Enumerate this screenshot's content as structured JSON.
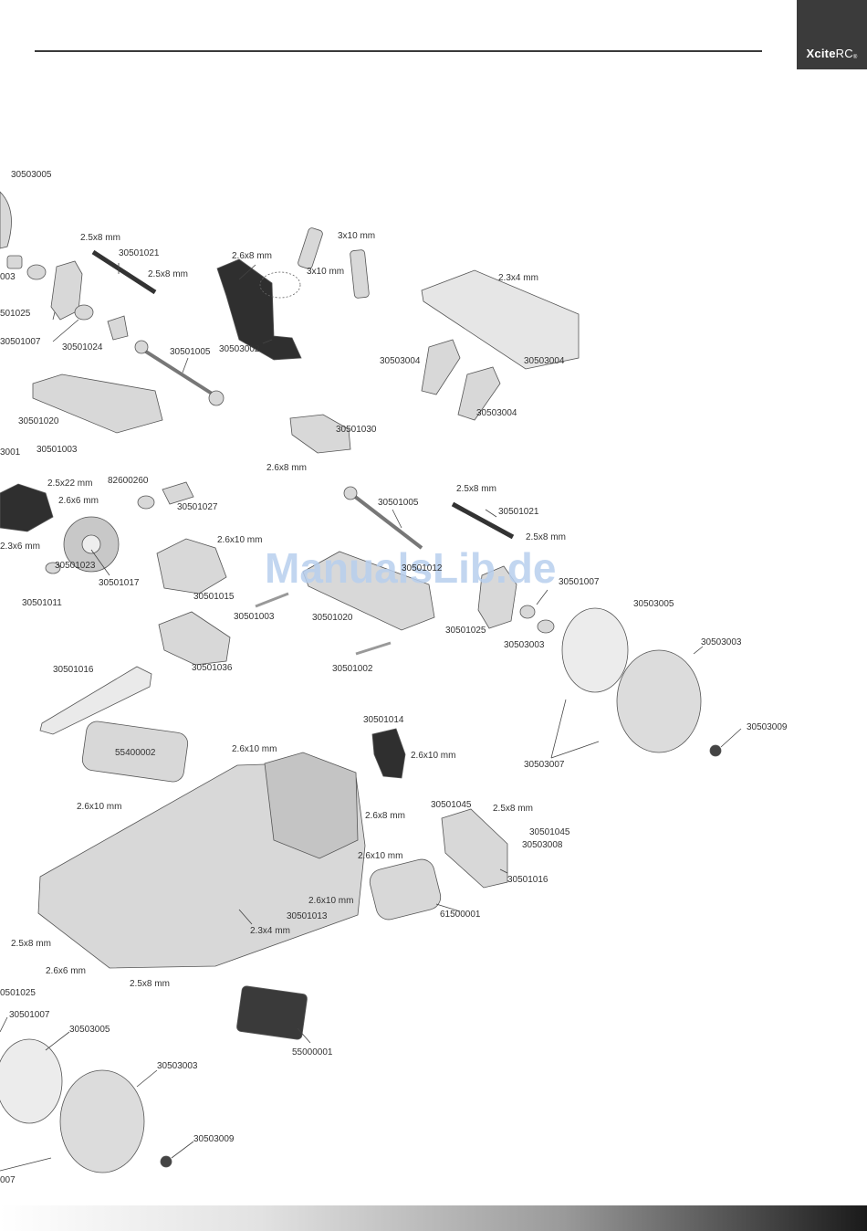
{
  "brand": {
    "bold": "Xcite",
    "light": "RC",
    "mark": "®"
  },
  "watermark": "ManualsLib.de",
  "colors": {
    "brand_bg": "#3b3b3b",
    "part_fill": "#d8d8d8",
    "part_dark": "#3a3a3a",
    "watermark": "#b8cfee"
  },
  "labels": {
    "l01": "30503005",
    "l02": "2.5x8 mm",
    "l03": "30501021",
    "l04": "2.5x8 mm",
    "l05": "2.6x8 mm",
    "l06": "3x10 mm",
    "l07": "3x10 mm",
    "l08": "2.3x4 mm",
    "l09": "003",
    "l10": "501025",
    "l11": "30501007",
    "l12": "30501024",
    "l13": "30501005",
    "l14": "30503002",
    "l15": "30503004",
    "l16": "30503004",
    "l17": "30503004",
    "l18": "30501020",
    "l19": "30501030",
    "l20": "30501003",
    "l21": "3001",
    "l22": "2.6x8 mm",
    "l23": "2.5x22 mm",
    "l24": "82600260",
    "l25": "2.6x6 mm",
    "l26": "30501027",
    "l27": "30501005",
    "l28": "2.5x8 mm",
    "l29": "30501021",
    "l30": "2.5x8 mm",
    "l31": "2.3x6 mm",
    "l32": "2.6x10 mm",
    "l33": "30501017",
    "l34": "30501023",
    "l35": "30501011",
    "l36": "30501015",
    "l37": "30501003",
    "l38": "30501020",
    "l39": "30501007",
    "l40": "30501025",
    "l41": "30503005",
    "l42": "30503003",
    "l43": "30503003",
    "l44": "30501036",
    "l45": "30501002",
    "l46": "30501016",
    "l47": "30503009",
    "l48": "30501014",
    "l49": "55400002",
    "l50": "2.6x10 mm",
    "l51": "2.6x10 mm",
    "l52": "30503007",
    "l53": "2.6x10 mm",
    "l54": "2.6x8 mm",
    "l55": "30501045",
    "l56": "2.5x8 mm",
    "l57": "30501045",
    "l58": "30503008",
    "l59": "2.6x10 mm",
    "l60": "30501016",
    "l61": "2.6x10 mm",
    "l62": "30501013",
    "l63": "61500001",
    "l64": "2.3x4 mm",
    "l65": "2.5x8 mm",
    "l66": "2.6x6 mm",
    "l67": "2.5x8 mm",
    "l68": "0501025",
    "l69": "30501007",
    "l70": "30503005",
    "l71": "30503003",
    "l72": "55000001",
    "l73": "30503009",
    "l74": "007",
    "l75": "30501012"
  }
}
